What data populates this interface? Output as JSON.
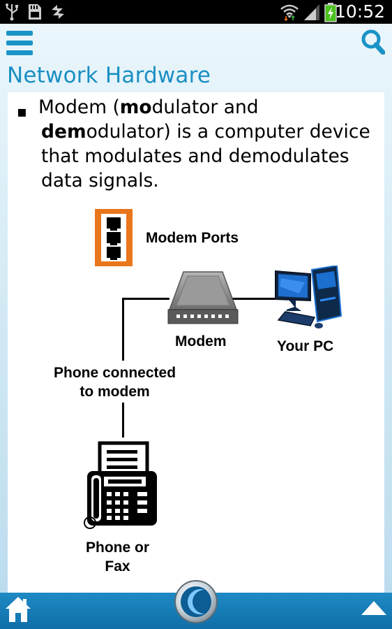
{
  "status_bar": {
    "time": "10:52",
    "icons": [
      "usb-icon",
      "sd-card-icon",
      "sync-icon",
      "wifi-icon",
      "signal-icon",
      "battery-charging-icon"
    ]
  },
  "header": {
    "title": "Network Hardware",
    "menu_icon": "hamburger-menu-icon",
    "search_icon": "search-icon"
  },
  "slide": {
    "bullet": {
      "lines": [
        {
          "pre": "Modem (",
          "bold": "mo",
          "post": "dulator and"
        },
        {
          "pre": "",
          "bold": "dem",
          "post": "odulator) is a computer device"
        },
        {
          "pre": "that modulates and demodulates",
          "bold": "",
          "post": ""
        },
        {
          "pre": "data signals.",
          "bold": "",
          "post": ""
        }
      ]
    },
    "diagram": {
      "modem_ports_label": "Modem Ports",
      "modem_label": "Modem",
      "pc_label": "Your PC",
      "phone_connected_label_1": "Phone connected",
      "phone_connected_label_2": "to modem",
      "phone_label_1": "Phone or",
      "phone_label_2": "Fax"
    }
  },
  "bottom_bar": {
    "home_icon": "home-icon",
    "logo_icon": "app-logo-icon",
    "up_icon": "scroll-up-arrow-icon"
  },
  "colors": {
    "accent": "#1a8fc3",
    "bottom_bar": "#1479b4",
    "port_orange": "#e8761c"
  }
}
